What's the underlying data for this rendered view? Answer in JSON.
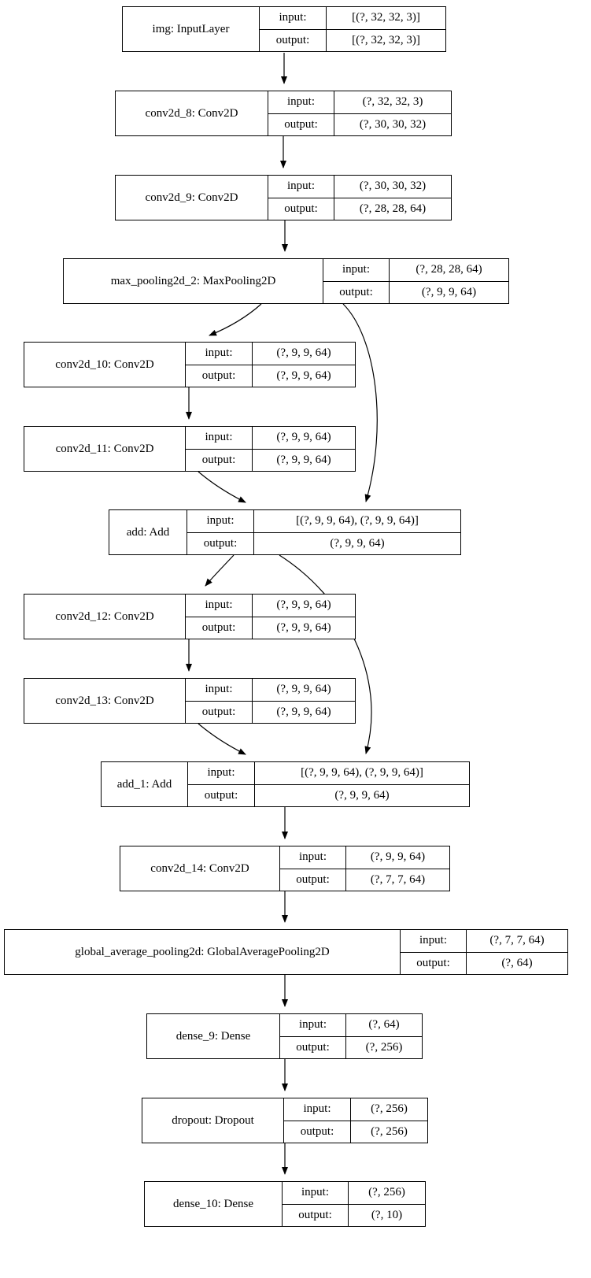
{
  "diagram": {
    "labels": {
      "input": "input:",
      "output": "output:"
    },
    "colors": {
      "border": "#000000",
      "background": "#ffffff",
      "text": "#000000"
    },
    "nodes": [
      {
        "id": "img",
        "name": "img: InputLayer",
        "input": "[(?, 32, 32, 3)]",
        "output": "[(?, 32, 32, 3)]"
      },
      {
        "id": "conv2d_8",
        "name": "conv2d_8: Conv2D",
        "input": "(?, 32, 32, 3)",
        "output": "(?, 30, 30, 32)"
      },
      {
        "id": "conv2d_9",
        "name": "conv2d_9: Conv2D",
        "input": "(?, 30, 30, 32)",
        "output": "(?, 28, 28, 64)"
      },
      {
        "id": "max_pooling2d_2",
        "name": "max_pooling2d_2: MaxPooling2D",
        "input": "(?, 28, 28, 64)",
        "output": "(?, 9, 9, 64)"
      },
      {
        "id": "conv2d_10",
        "name": "conv2d_10: Conv2D",
        "input": "(?, 9, 9, 64)",
        "output": "(?, 9, 9, 64)"
      },
      {
        "id": "conv2d_11",
        "name": "conv2d_11: Conv2D",
        "input": "(?, 9, 9, 64)",
        "output": "(?, 9, 9, 64)"
      },
      {
        "id": "add",
        "name": "add: Add",
        "input": "[(?, 9, 9, 64), (?, 9, 9, 64)]",
        "output": "(?, 9, 9, 64)"
      },
      {
        "id": "conv2d_12",
        "name": "conv2d_12: Conv2D",
        "input": "(?, 9, 9, 64)",
        "output": "(?, 9, 9, 64)"
      },
      {
        "id": "conv2d_13",
        "name": "conv2d_13: Conv2D",
        "input": "(?, 9, 9, 64)",
        "output": "(?, 9, 9, 64)"
      },
      {
        "id": "add_1",
        "name": "add_1: Add",
        "input": "[(?, 9, 9, 64), (?, 9, 9, 64)]",
        "output": "(?, 9, 9, 64)"
      },
      {
        "id": "conv2d_14",
        "name": "conv2d_14: Conv2D",
        "input": "(?, 9, 9, 64)",
        "output": "(?, 7, 7, 64)"
      },
      {
        "id": "global_average_pooling2d",
        "name": "global_average_pooling2d: GlobalAveragePooling2D",
        "input": "(?, 7, 7, 64)",
        "output": "(?, 64)"
      },
      {
        "id": "dense_9",
        "name": "dense_9: Dense",
        "input": "(?, 64)",
        "output": "(?, 256)"
      },
      {
        "id": "dropout",
        "name": "dropout: Dropout",
        "input": "(?, 256)",
        "output": "(?, 256)"
      },
      {
        "id": "dense_10",
        "name": "dense_10: Dense",
        "input": "(?, 256)",
        "output": "(?, 10)"
      }
    ]
  }
}
